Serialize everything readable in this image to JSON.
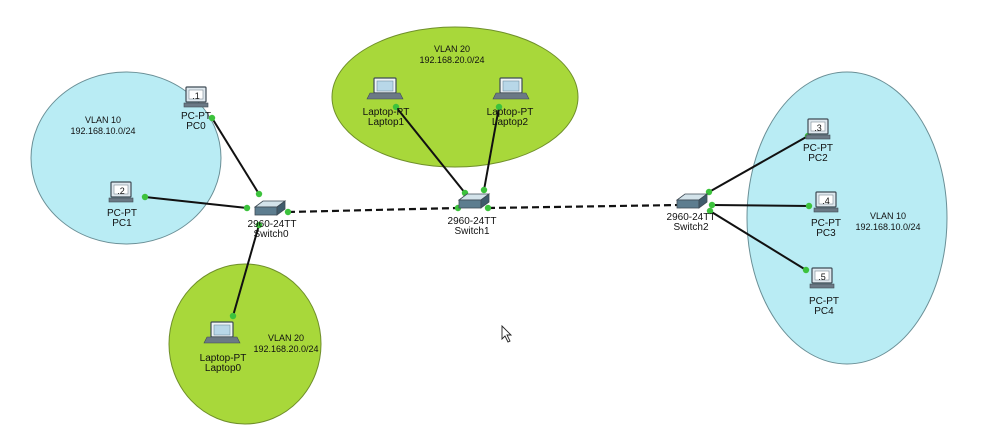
{
  "colors": {
    "vlan10": "#b9ecf4",
    "vlan20": "#a8d83a",
    "link": "#111111",
    "port": "#3cc23c"
  },
  "zones": [
    {
      "id": "zone-left-vlan10",
      "name": "VLAN 10",
      "subnet": "192.168.10.0/24"
    },
    {
      "id": "zone-top-vlan20",
      "name": "VLAN 20",
      "subnet": "192.168.20.0/24"
    },
    {
      "id": "zone-bottom-vlan20",
      "name": "VLAN 20",
      "subnet": "192.168.20.0/24"
    },
    {
      "id": "zone-right-vlan10",
      "name": "VLAN 10",
      "subnet": "192.168.10.0/24"
    }
  ],
  "devices": [
    {
      "id": "pc0",
      "icon": "desktop-pc-icon",
      "address": ".1",
      "model": "PC-PT",
      "name": "PC0"
    },
    {
      "id": "pc1",
      "icon": "desktop-pc-icon",
      "address": ".2",
      "model": "PC-PT",
      "name": "PC1"
    },
    {
      "id": "laptop0",
      "icon": "laptop-icon",
      "model": "Laptop-PT",
      "name": "Laptop0"
    },
    {
      "id": "laptop1",
      "icon": "laptop-icon",
      "model": "Laptop-PT",
      "name": "Laptop1"
    },
    {
      "id": "laptop2",
      "icon": "laptop-icon",
      "model": "Laptop-PT",
      "name": "Laptop2"
    },
    {
      "id": "switch0",
      "icon": "switch-icon",
      "model": "2960-24TT",
      "name": "Switch0"
    },
    {
      "id": "switch1",
      "icon": "switch-icon",
      "model": "2960-24TT",
      "name": "Switch1"
    },
    {
      "id": "switch2",
      "icon": "switch-icon",
      "model": "2960-24TT",
      "name": "Switch2"
    },
    {
      "id": "pc2",
      "icon": "desktop-pc-icon",
      "address": ".3",
      "model": "PC-PT",
      "name": "PC2"
    },
    {
      "id": "pc3",
      "icon": "desktop-pc-icon",
      "address": ".4",
      "model": "PC-PT",
      "name": "PC3"
    },
    {
      "id": "pc4",
      "icon": "desktop-pc-icon",
      "address": ".5",
      "model": "PC-PT",
      "name": "PC4"
    }
  ],
  "links": [
    {
      "from": "pc0",
      "to": "switch0",
      "style": "solid"
    },
    {
      "from": "pc1",
      "to": "switch0",
      "style": "solid"
    },
    {
      "from": "laptop0",
      "to": "switch0",
      "style": "solid"
    },
    {
      "from": "laptop1",
      "to": "switch1",
      "style": "solid"
    },
    {
      "from": "laptop2",
      "to": "switch1",
      "style": "solid"
    },
    {
      "from": "switch0",
      "to": "switch1",
      "style": "dashed"
    },
    {
      "from": "switch1",
      "to": "switch2",
      "style": "dashed"
    },
    {
      "from": "switch2",
      "to": "pc2",
      "style": "solid"
    },
    {
      "from": "switch2",
      "to": "pc3",
      "style": "solid"
    },
    {
      "from": "switch2",
      "to": "pc4",
      "style": "solid"
    }
  ]
}
